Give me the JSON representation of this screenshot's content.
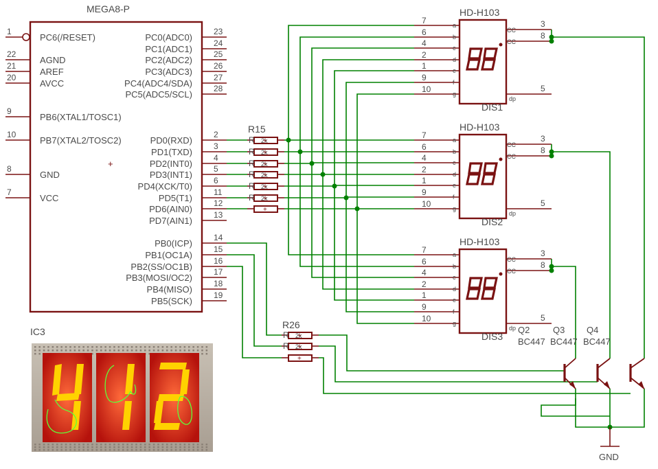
{
  "ic": {
    "part": "MEGA8-P",
    "name": "IC3",
    "left_pins": [
      {
        "num": "1",
        "name": "PC6(/RESET)"
      },
      {
        "num": "22",
        "name": "AGND"
      },
      {
        "num": "21",
        "name": "AREF"
      },
      {
        "num": "20",
        "name": "AVCC"
      },
      {
        "num": "9",
        "name": "PB6(XTAL1/TOSC1)"
      },
      {
        "num": "10",
        "name": "PB7(XTAL2/TOSC2)"
      },
      {
        "num": "8",
        "name": "GND"
      },
      {
        "num": "7",
        "name": "VCC"
      }
    ],
    "right_pins": [
      {
        "num": "23",
        "name": "PC0(ADC0)"
      },
      {
        "num": "24",
        "name": "PC1(ADC1)"
      },
      {
        "num": "25",
        "name": "PC2(ADC2)"
      },
      {
        "num": "26",
        "name": "PC3(ADC3)"
      },
      {
        "num": "27",
        "name": "PC4(ADC4/SDA)"
      },
      {
        "num": "28",
        "name": "PC5(ADC5/SCL)"
      },
      {
        "num": "2",
        "name": "PD0(RXD)"
      },
      {
        "num": "3",
        "name": "PD1(TXD)"
      },
      {
        "num": "4",
        "name": "PD2(INT0)"
      },
      {
        "num": "5",
        "name": "PD3(INT1)"
      },
      {
        "num": "6",
        "name": "PD4(XCK/T0)"
      },
      {
        "num": "11",
        "name": "PD5(T1)"
      },
      {
        "num": "12",
        "name": "PD6(AIN0)"
      },
      {
        "num": "13",
        "name": "PD7(AIN1)"
      },
      {
        "num": "14",
        "name": "PB0(ICP)"
      },
      {
        "num": "15",
        "name": "PB1(OC1A)"
      },
      {
        "num": "16",
        "name": "PB2(SS/OC1B)"
      },
      {
        "num": "17",
        "name": "PB3(MOSI/OC2)"
      },
      {
        "num": "18",
        "name": "PB4(MISO)"
      },
      {
        "num": "19",
        "name": "PB5(SCK)"
      }
    ]
  },
  "resistors_seg": {
    "title": "R15",
    "items": [
      {
        "ref": "R",
        "val": "2k"
      },
      {
        "ref": "R",
        "val": "2k"
      },
      {
        "ref": "R",
        "val": "2k"
      },
      {
        "ref": "R",
        "val": "2k"
      },
      {
        "ref": "R",
        "val": "2k"
      },
      {
        "ref": "R",
        "val": "2k"
      },
      {
        "ref": "",
        "val": ""
      }
    ]
  },
  "resistors_base": {
    "title": "R26",
    "items": [
      {
        "ref": "R",
        "val": "2k"
      },
      {
        "ref": "R",
        "val": "2k"
      },
      {
        "ref": "",
        "val": ""
      }
    ]
  },
  "displays": [
    {
      "part": "HD-H103",
      "name": "DIS1"
    },
    {
      "part": "HD-H103",
      "name": "DIS2"
    },
    {
      "part": "HD-H103",
      "name": "DIS3"
    }
  ],
  "display_pins": {
    "left_nums": [
      "7",
      "6",
      "4",
      "2",
      "1",
      "9",
      "10"
    ],
    "seg_letters": [
      "a",
      "b",
      "c",
      "d",
      "e",
      "f",
      "g"
    ],
    "cc_nums": [
      "3",
      "8"
    ],
    "cc_label": "CC",
    "dp_num": "5",
    "dp_label": "dp"
  },
  "transistors": [
    {
      "ref": "Q2",
      "part": "BC447"
    },
    {
      "ref": "Q3",
      "part": "BC447"
    },
    {
      "ref": "Q4",
      "part": "BC447"
    }
  ],
  "ground": {
    "label": "GND"
  },
  "photo": {
    "digits": [
      "4",
      "1",
      "2"
    ]
  },
  "colors": {
    "wire": "#008000",
    "component": "#7a1212",
    "text": "#4a4a4a",
    "led_on": "#ffd200",
    "display_bg": "#d81e16"
  }
}
